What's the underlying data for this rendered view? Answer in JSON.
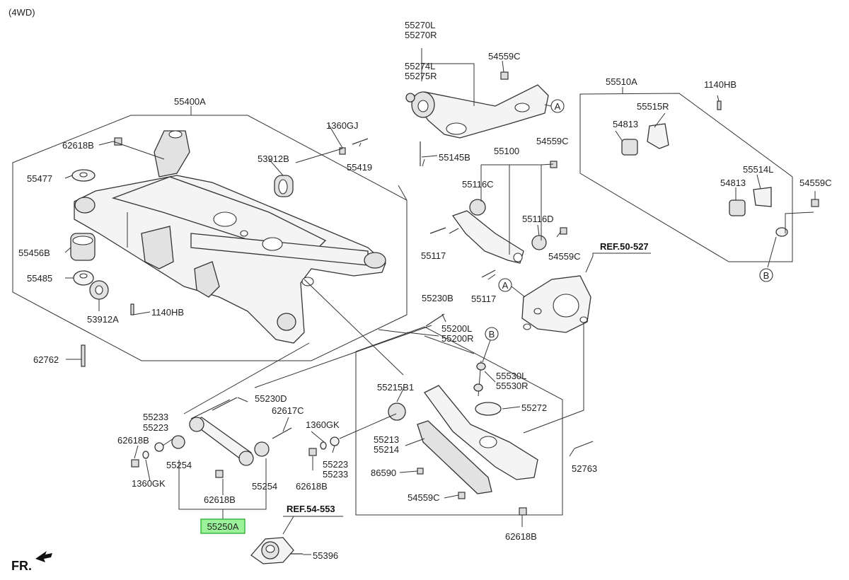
{
  "header": {
    "variant": "(4WD)"
  },
  "highlight_color": "#9af29a",
  "parts": {
    "p55270": [
      "55270L",
      "55270R"
    ],
    "p55274": [
      "55274L",
      "55275R"
    ],
    "p54559C_a": "54559C",
    "p55145B": "55145B",
    "p55100": "55100",
    "p54559C_b": "54559C",
    "p55116C": "55116C",
    "p55116D": "55116D",
    "p54559C_c": "54559C",
    "p55117_a": "55117",
    "p55117_b": "55117",
    "p55510A": "55510A",
    "p1140HB_a": "1140HB",
    "p55515R": "55515R",
    "p54813_a": "54813",
    "p55514L": "55514L",
    "p54813_b": "54813",
    "p54559C_d": "54559C",
    "p55400A": "55400A",
    "p62618B_a": "62618B",
    "p1360GJ": "1360GJ",
    "p53912B": "53912B",
    "p55419": "55419",
    "p55477": "55477",
    "p55456B": "55456B",
    "p55485": "55485",
    "p53912A": "53912A",
    "p1140HB_b": "1140HB",
    "p62762": "62762",
    "p55230B": "55230B",
    "p55200": [
      "55200L",
      "55200R"
    ],
    "p55230D": "55230D",
    "p62617C": "62617C",
    "p55233_a": [
      "55233",
      "55223"
    ],
    "p62618B_b": "62618B",
    "p1360GK_a": "1360GK",
    "p55254_a": "55254",
    "p1360GK_b": "1360GK",
    "p55223_b": [
      "55223",
      "55233"
    ],
    "p62618B_c": "62618B",
    "p55254_b": "55254",
    "p62618B_d": "62618B",
    "p55250A": "55250A",
    "p55215B1": "55215B1",
    "p55530": [
      "55530L",
      "55530R"
    ],
    "p55272": "55272",
    "p55213": [
      "55213",
      "55214"
    ],
    "p86590": "86590",
    "p54559C_e": "54559C",
    "p52763": "52763",
    "p62618B_e": "62618B",
    "p55396": "55396"
  },
  "references": {
    "ref_50_527": "REF.50-527",
    "ref_54_553": "REF.54-553"
  },
  "callouts": {
    "A": "A",
    "B": "B"
  },
  "footer": {
    "front_marker": "FR."
  }
}
